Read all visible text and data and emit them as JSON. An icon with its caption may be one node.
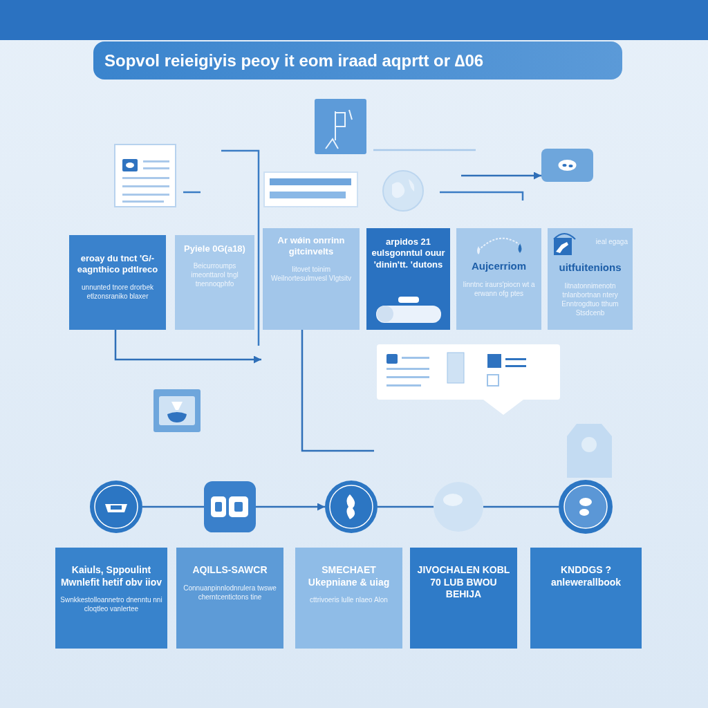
{
  "diagram": {
    "title": "Sopvol reieigiyis peoy it eom iraad aqprtt or ∆06",
    "nodes": [
      {
        "text": [],
        "shape": "picture"
      },
      {
        "text": [
          "eroay du tnct 'G/-eagnthico pdtlreco",
          "unnunted tnore drorbek etlzonsraniko blaxer"
        ]
      },
      {
        "text": [
          "Pyiele 0G(a18)",
          "Beicurroumps imeonttarol tngl tnennoqphfo"
        ]
      },
      {
        "text": [
          "Ar wǿin onrrinn gitcinvelts",
          "Iitovet toinim Weilnortesulmvesl Vlgtsitv"
        ]
      },
      {
        "text": [
          "arpidos 21 eulsgonntul ouur 'dinin'tt. 'dutons"
        ]
      },
      {
        "text": [
          "Aujcerriom",
          "Iinntnc iraurs'piocn wt a erwann ofg ptes"
        ]
      },
      {
        "text": [
          "ieal egaga",
          "uitfuitenions",
          "Iitnatonnimenotn tnlanbortnan ntery Enntrogdtuo tthum Stsdcenb"
        ]
      },
      {
        "text": [],
        "shape": "circle"
      },
      {
        "text": [],
        "shape": "picture"
      },
      {
        "text": [],
        "shape": "circle"
      },
      {
        "text": [],
        "shape": "circle"
      },
      {
        "text": [],
        "shape": "circle"
      },
      {
        "text": [
          "Kaiuls, Sppoulint Mwnlefit hetif obv iiov",
          "Swnkkestolloannetro dnenntu nni cloqtleo vanlertee"
        ]
      },
      {
        "text": [
          "AQILLS-SAWCR",
          "Connuanpinnlodnrulera twswe cherntcentictons tine"
        ]
      },
      {
        "text": [
          "SMECHAET Ukepniane & uiag",
          "cttrivoeris lulle nlaeo Alon"
        ]
      },
      {
        "text": [
          "JIVOCHALEN KOBL 70 LUB BWOU BEHIJA"
        ]
      },
      {
        "text": [
          "KNDDGS ? anlewerallbook"
        ]
      }
    ],
    "edges": [
      {
        "from": 1,
        "to": null,
        "arrow": "to"
      },
      {
        "from": 3,
        "to": null,
        "arrow": "none"
      },
      {
        "from": null,
        "to": 0,
        "arrow": "to"
      },
      {
        "from": 7,
        "to": 8,
        "arrow": "none"
      },
      {
        "from": 8,
        "to": 9,
        "arrow": "to"
      },
      {
        "from": 9,
        "to": 10,
        "arrow": "none"
      },
      {
        "from": 10,
        "to": 11,
        "arrow": "none"
      }
    ]
  }
}
